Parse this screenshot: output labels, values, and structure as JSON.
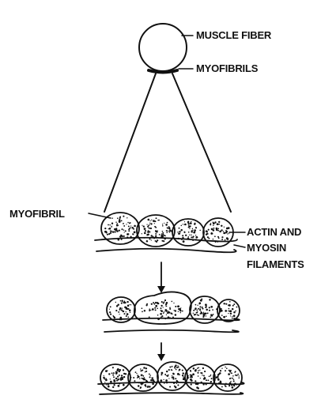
{
  "labels": {
    "muscle_fiber": "MUSCLE FIBER",
    "myofibrils": "MYOFIBRILS",
    "myofibril": "MYOFIBRIL",
    "actin_and": "ACTIN AND",
    "myosin": "MYOSIN",
    "filaments": "FILAMENTS"
  },
  "colors": {
    "ink": "#111111",
    "background": "#ffffff"
  }
}
